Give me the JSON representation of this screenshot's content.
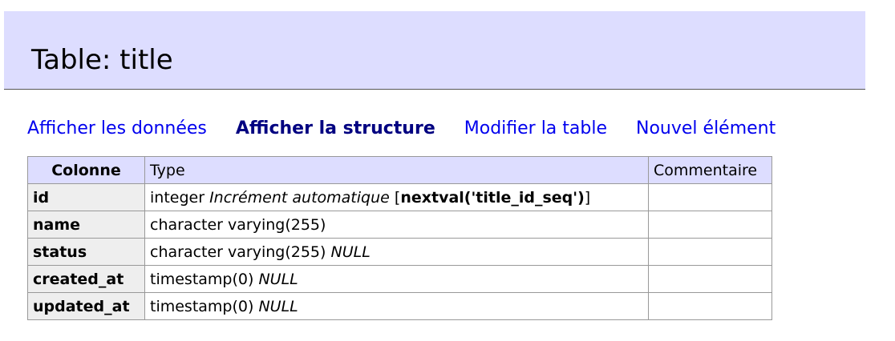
{
  "header": {
    "title": "Table: title"
  },
  "links": {
    "show_data": "Afficher les données",
    "show_structure": "Afficher la structure",
    "alter_table": "Modifier la table",
    "new_item": "Nouvel élément"
  },
  "table": {
    "headers": [
      "Colonne",
      "Type",
      "Commentaire"
    ],
    "rows": [
      {
        "column": "id",
        "type": "integer",
        "extra": "Incrément automatique",
        "default_open": "[",
        "default": "nextval('title_id_seq')",
        "default_close": "]",
        "comment": ""
      },
      {
        "column": "name",
        "type": "character varying(255)",
        "extra": "",
        "comment": ""
      },
      {
        "column": "status",
        "type": "character varying(255)",
        "extra": "NULL",
        "comment": ""
      },
      {
        "column": "created_at",
        "type": "timestamp(0)",
        "extra": "NULL",
        "comment": ""
      },
      {
        "column": "updated_at",
        "type": "timestamp(0)",
        "extra": "NULL",
        "comment": ""
      }
    ]
  },
  "colors": {
    "header_bg": "#ddddff",
    "link": "#0000ee",
    "current_link": "#000080",
    "row_header_bg": "#eeeeee"
  }
}
